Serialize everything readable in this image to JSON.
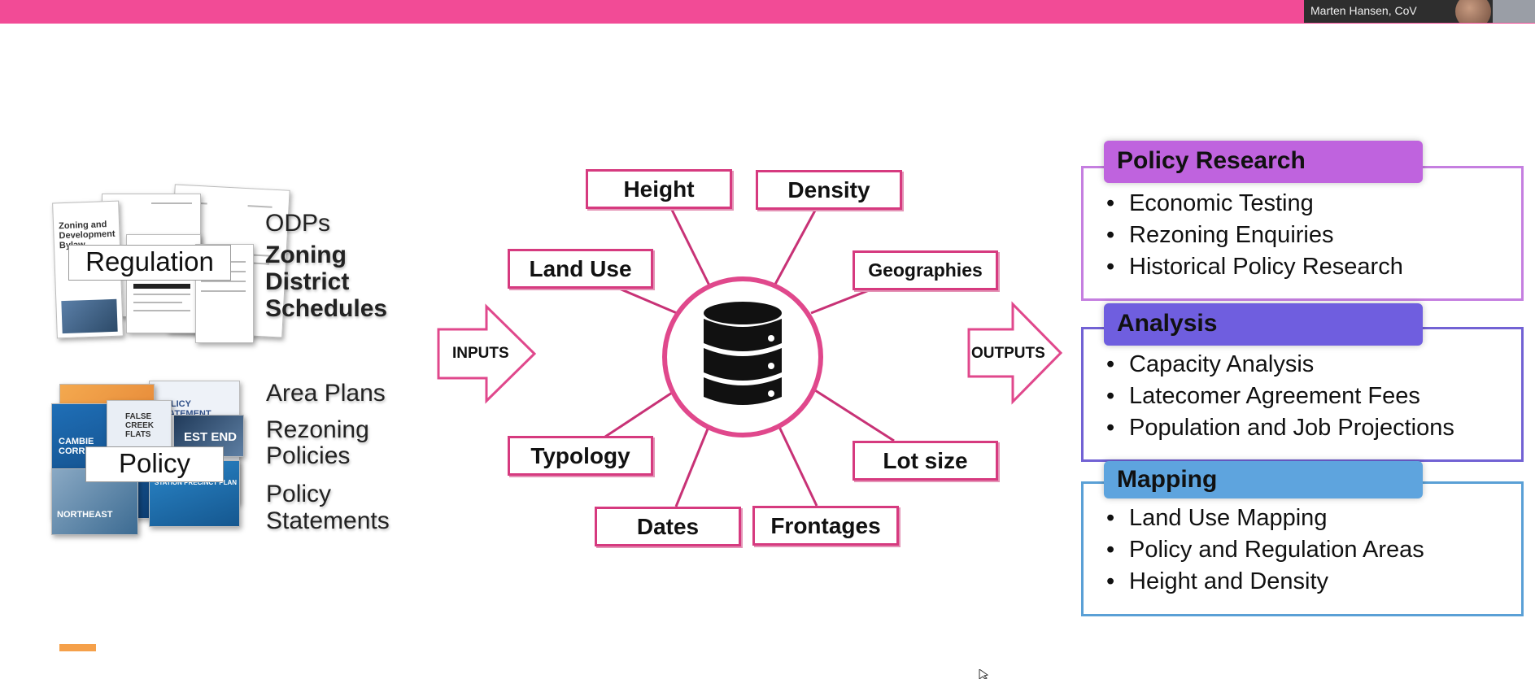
{
  "video": {
    "name": "Marten Hansen, CoV"
  },
  "inputs": {
    "regulation": {
      "label": "Regulation",
      "items": [
        "ODPs",
        "Zoning",
        "District",
        "Schedules"
      ],
      "thumb_text": [
        "Zoning and",
        "Development",
        "Bylaw"
      ]
    },
    "policy": {
      "label": "Policy",
      "items": [
        "Area Plans",
        "Rezoning",
        "Policies",
        "Policy",
        "Statements"
      ],
      "thumb_text": [
        "POLICY STATEMENT",
        "CAMBIE",
        "CORRIDOR",
        "FALSE",
        "CREEK",
        "FLATS",
        "NORTHEAST",
        "STATION PRECINCT PLAN",
        "EST END"
      ]
    }
  },
  "arrows": {
    "inputs": "INPUTS",
    "outputs": "OUTPUTS"
  },
  "hub": {
    "icon": "database-icon",
    "attributes": [
      "Height",
      "Density",
      "Land Use",
      "Geographies",
      "Typology",
      "Lot size",
      "Dates",
      "Frontages"
    ]
  },
  "outputs": [
    {
      "title": "Policy Research",
      "color": "#bf63de",
      "border": "#c57fe0",
      "items": [
        "Economic Testing",
        "Rezoning Enquiries",
        "Historical Policy Research"
      ]
    },
    {
      "title": "Analysis",
      "color": "#6f5edf",
      "border": "#7262d4",
      "items": [
        "Capacity Analysis",
        "Latecomer Agreement Fees",
        "Population and Job Projections"
      ]
    },
    {
      "title": "Mapping",
      "color": "#5ea4de",
      "border": "#5aa0d6",
      "items": [
        "Land Use Mapping",
        "Policy and Regulation Areas",
        "Height and Density"
      ]
    }
  ],
  "colors": {
    "accent_pink": "#f24b96",
    "diagram_pink": "#d63a7f",
    "slide_marker": "#f5a04a"
  }
}
